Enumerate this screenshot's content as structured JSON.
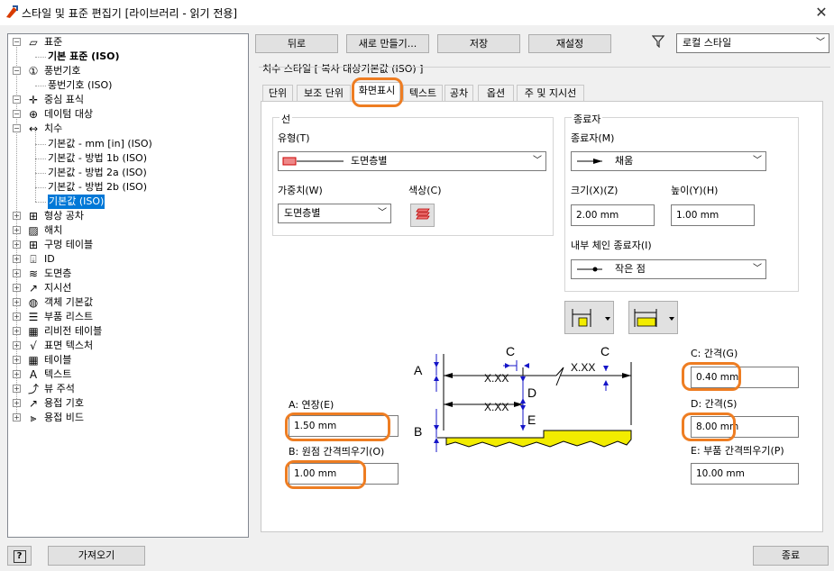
{
  "window": {
    "title": "스타일 및 표준 편집기 [라이브러리 - 읽기 전용]"
  },
  "tree": {
    "items": [
      {
        "label": "표준",
        "icon": "standard-icon"
      },
      {
        "label": "기본 표준 (ISO)",
        "bold": true
      },
      {
        "label": "풍번기호",
        "icon": "balloon-icon"
      },
      {
        "label": "풍번기호 (ISO)"
      },
      {
        "label": "중심 표식",
        "icon": "center-mark-icon"
      },
      {
        "label": "데이텀 대상",
        "icon": "datum-target-icon"
      },
      {
        "label": "치수",
        "icon": "dimension-icon"
      },
      {
        "label": "기본값 - mm [in] (ISO)"
      },
      {
        "label": "기본값 - 방법 1b (ISO)"
      },
      {
        "label": "기본값 - 방법 2a (ISO)"
      },
      {
        "label": "기본값 - 방법 2b (ISO)"
      },
      {
        "label": "기본값 (ISO)",
        "selected": true
      },
      {
        "label": "형상 공차",
        "icon": "feature-control-icon"
      },
      {
        "label": "해치",
        "icon": "hatch-icon"
      },
      {
        "label": "구멍 테이블",
        "icon": "hole-table-icon"
      },
      {
        "label": "ID",
        "icon": "id-icon"
      },
      {
        "label": "도면층",
        "icon": "layer-icon"
      },
      {
        "label": "지시선",
        "icon": "leader-icon"
      },
      {
        "label": "객체 기본값",
        "icon": "globe-icon"
      },
      {
        "label": "부품 리스트",
        "icon": "parts-list-icon"
      },
      {
        "label": "리비전 테이블",
        "icon": "revision-table-icon"
      },
      {
        "label": "표면 텍스처",
        "icon": "surface-texture-icon"
      },
      {
        "label": "테이블",
        "icon": "table-icon"
      },
      {
        "label": "텍스트",
        "icon": "text-icon"
      },
      {
        "label": "뷰 주석",
        "icon": "view-annotation-icon"
      },
      {
        "label": "용접 기호",
        "icon": "weld-symbol-icon"
      },
      {
        "label": "용접 비드",
        "icon": "weld-bead-icon"
      }
    ]
  },
  "toolbar": {
    "back": "뒤로",
    "new": "새로 만들기...",
    "save": "저장",
    "reset": "재설정",
    "filter": "로컬 스타일"
  },
  "style_header": "치수 스타일 [ 복사 대상기본값 (ISO) ]",
  "tabs": [
    "단위",
    "보조 단위",
    "화면표시",
    "텍스트",
    "공차",
    "옵션",
    "주 및 지시선"
  ],
  "line": {
    "group": "선",
    "type_label": "유형(T)",
    "type_value": "도면층별",
    "weight_label": "가중치(W)",
    "weight_value": "도면층별",
    "color_label": "색상(C)"
  },
  "terminator": {
    "group": "종료자",
    "term_label": "종료자(M)",
    "term_value": "채움",
    "size_label": "크기(X)(Z)",
    "size_value": "2.00 mm",
    "height_label": "높이(Y)(H)",
    "height_value": "1.00 mm",
    "inner_label": "내부 체인 종료자(I)",
    "inner_value": "작은 점"
  },
  "params": {
    "a_label": "A: 연장(E)",
    "a_value": "1.50 mm",
    "b_label": "B: 원점 간격띄우기(O)",
    "b_value": "1.00 mm",
    "c_label": "C: 간격(G)",
    "c_value": "0.40 mm",
    "d_label": "D: 간격(S)",
    "d_value": "8.00 mm",
    "e_label": "E: 부품 간격띄우기(P)",
    "e_value": "10.00 mm"
  },
  "diagram": {
    "xx": "X.XX",
    "a": "A",
    "b": "B",
    "c": "C",
    "d": "D",
    "e": "E"
  },
  "footer": {
    "help": "?",
    "import": "가져오기",
    "close": "종료"
  },
  "colors": {
    "highlight": "#ee7d22",
    "selection": "#0078d7",
    "dim_blue": "#1515c8",
    "part_yellow": "#f2ec00"
  }
}
